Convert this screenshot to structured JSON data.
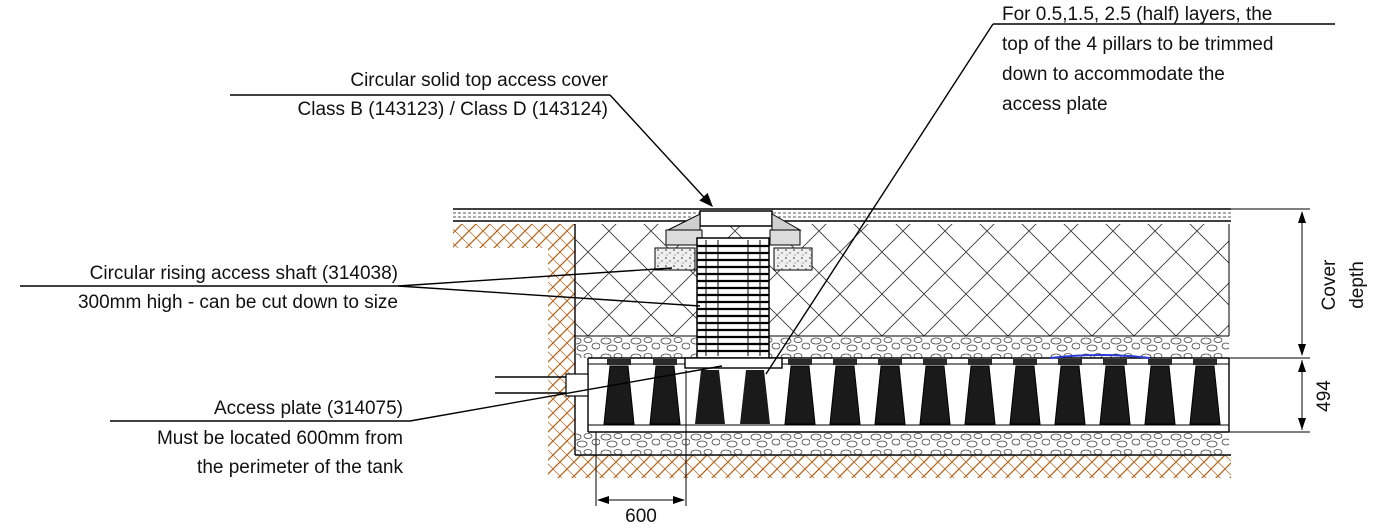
{
  "labels": {
    "top_cover": [
      "Circular solid top access cover",
      "Class B (143123) / Class D (143124)"
    ],
    "shaft": [
      "Circular rising access shaft (314038)",
      "300mm high - can be cut down to size"
    ],
    "plate": [
      "Access plate (314075)",
      "Must be located 600mm from",
      "the perimeter of the tank"
    ],
    "trim_note": [
      "For 0.5,1.5, 2.5 (half) layers, the",
      "top of the 4 pillars to be trimmed",
      "down to accommodate the",
      "access plate"
    ]
  },
  "dimensions": {
    "cover_depth": [
      "Cover",
      "depth"
    ],
    "tank_height": "494",
    "offset": "600"
  },
  "colors": {
    "soil": "#b5651d",
    "line": "#000000",
    "pipe_blue": "#2b3bd6",
    "concrete": "#e6e6e6"
  }
}
